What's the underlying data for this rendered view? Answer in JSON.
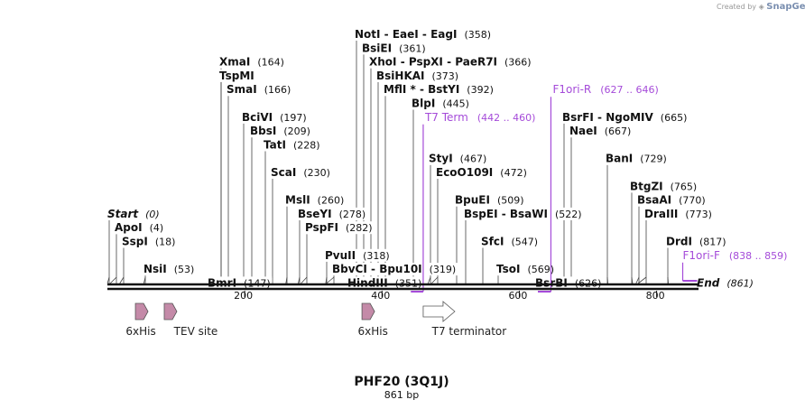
{
  "brand": {
    "prefix": "Created by",
    "name": "SnapGene"
  },
  "title": "PHF20 (3Q1J)",
  "subtitle": "861 bp",
  "colors": {
    "primer": "#a54bd9",
    "feature_fill": "#c48aa8",
    "line": "#111111"
  },
  "sites": [
    {
      "row": 0,
      "parts": [
        [
          "NotI",
          " - "
        ],
        [
          "EaeI",
          " - "
        ],
        [
          "EagI",
          ""
        ]
      ],
      "pos": "(358)",
      "bp": 358
    },
    {
      "row": 1,
      "parts": [
        [
          "BsiEI",
          ""
        ]
      ],
      "pos": "(361)",
      "bp": 361
    },
    {
      "row": 2,
      "parts": [
        [
          "XhoI",
          " - "
        ],
        [
          "PspXI",
          " - "
        ],
        [
          "PaeR7I",
          ""
        ]
      ],
      "pos": "(366)",
      "bp": 366
    },
    {
      "row": 3,
      "parts": [
        [
          "BsiHKAI",
          ""
        ]
      ],
      "pos": "(373)",
      "bp": 373
    },
    {
      "row": 4,
      "parts": [
        [
          "MflI",
          " * - "
        ],
        [
          "BstYI",
          ""
        ]
      ],
      "pos": "(392)",
      "bp": 392
    },
    {
      "row": 2,
      "parts": [
        [
          "XmaI",
          ""
        ]
      ],
      "pos": "(164)",
      "bp": 164
    },
    {
      "row": 3,
      "parts": [
        [
          "TspMI",
          ""
        ]
      ],
      "pos": "",
      "bp": 164
    },
    {
      "row": 4,
      "parts": [
        [
          "SmaI",
          ""
        ]
      ],
      "pos": "(166)",
      "bp": 166
    },
    {
      "row": 5,
      "parts": [
        [
          "BlpI",
          ""
        ]
      ],
      "pos": "(445)",
      "bp": 445
    },
    {
      "row": 6,
      "parts": [
        [
          "BciVI",
          ""
        ]
      ],
      "pos": "(197)",
      "bp": 197
    },
    {
      "row": 6,
      "parts": [
        [
          "BsrFI",
          " - "
        ],
        [
          "NgoMIV",
          ""
        ]
      ],
      "pos": "(665)",
      "bp": 665
    },
    {
      "row": 7,
      "parts": [
        [
          "BbsI",
          ""
        ]
      ],
      "pos": "(209)",
      "bp": 209
    },
    {
      "row": 7,
      "parts": [
        [
          "NaeI",
          ""
        ]
      ],
      "pos": "(667)",
      "bp": 667
    },
    {
      "row": 8,
      "parts": [
        [
          "TatI",
          ""
        ]
      ],
      "pos": "(228)",
      "bp": 228
    },
    {
      "row": 9,
      "parts": [
        [
          "StyI",
          ""
        ]
      ],
      "pos": "(467)",
      "bp": 467
    },
    {
      "row": 9,
      "parts": [
        [
          "BanI",
          ""
        ]
      ],
      "pos": "(729)",
      "bp": 729
    },
    {
      "row": 10,
      "parts": [
        [
          "ScaI",
          ""
        ]
      ],
      "pos": "(230)",
      "bp": 230
    },
    {
      "row": 10,
      "parts": [
        [
          "EcoO109I",
          ""
        ]
      ],
      "pos": "(472)",
      "bp": 472
    },
    {
      "row": 11,
      "parts": [
        [
          "BtgZI",
          ""
        ]
      ],
      "pos": "(765)",
      "bp": 765
    },
    {
      "row": 12,
      "parts": [
        [
          "MslI",
          ""
        ]
      ],
      "pos": "(260)",
      "bp": 260
    },
    {
      "row": 12,
      "parts": [
        [
          "BpuEI",
          ""
        ]
      ],
      "pos": "(509)",
      "bp": 509
    },
    {
      "row": 12,
      "parts": [
        [
          "BsaAI",
          ""
        ]
      ],
      "pos": "(770)",
      "bp": 770
    },
    {
      "row": 13,
      "parts": [
        [
          "Start",
          ""
        ]
      ],
      "pos": "(0)",
      "bp": 0,
      "italic": true
    },
    {
      "row": 13,
      "parts": [
        [
          "BseYI",
          ""
        ]
      ],
      "pos": "(278)",
      "bp": 278
    },
    {
      "row": 13,
      "parts": [
        [
          "BspEI",
          " - "
        ],
        [
          "BsaWI",
          ""
        ]
      ],
      "pos": "(522)",
      "bp": 522
    },
    {
      "row": 13,
      "parts": [
        [
          "DraIII",
          ""
        ]
      ],
      "pos": "(773)",
      "bp": 773
    },
    {
      "row": 14,
      "parts": [
        [
          "ApoI",
          ""
        ]
      ],
      "pos": "(4)",
      "bp": 4
    },
    {
      "row": 14,
      "parts": [
        [
          "PspFI",
          ""
        ]
      ],
      "pos": "(282)",
      "bp": 282
    },
    {
      "row": 15,
      "parts": [
        [
          "SspI",
          ""
        ]
      ],
      "pos": "(18)",
      "bp": 18
    },
    {
      "row": 15,
      "parts": [
        [
          "SfcI",
          ""
        ]
      ],
      "pos": "(547)",
      "bp": 547
    },
    {
      "row": 15,
      "parts": [
        [
          "DrdI",
          ""
        ]
      ],
      "pos": "(817)",
      "bp": 817
    },
    {
      "row": 16,
      "parts": [
        [
          "PvuII",
          ""
        ]
      ],
      "pos": "(318)",
      "bp": 318
    },
    {
      "row": 17,
      "parts": [
        [
          "NsiI",
          ""
        ]
      ],
      "pos": "(53)",
      "bp": 53
    },
    {
      "row": 17,
      "parts": [
        [
          "BbvCI",
          " - "
        ],
        [
          "Bpu10I",
          ""
        ]
      ],
      "pos": "(319)",
      "bp": 319
    },
    {
      "row": 17,
      "parts": [
        [
          "TsoI",
          ""
        ]
      ],
      "pos": "(569)",
      "bp": 569
    },
    {
      "row": 18,
      "parts": [
        [
          "BmrI",
          ""
        ]
      ],
      "pos": "(147)",
      "bp": 147
    },
    {
      "row": 18,
      "parts": [
        [
          "HindIII",
          ""
        ]
      ],
      "pos": "(351)",
      "bp": 351
    },
    {
      "row": 18,
      "parts": [
        [
          "BsrBI",
          ""
        ]
      ],
      "pos": "(626)",
      "bp": 626
    },
    {
      "row": 18,
      "parts": [
        [
          "End",
          ""
        ]
      ],
      "pos": "(861)",
      "bp": 861,
      "italic": true
    }
  ],
  "primers": [
    {
      "row": 4,
      "name": "F1ori-R",
      "pos": "(627 .. 646)",
      "start": 627,
      "end": 646,
      "direction": "reverse"
    },
    {
      "row": 6,
      "name": "T7 Term",
      "pos": "(442 .. 460)",
      "start": 442,
      "end": 460,
      "direction": "reverse"
    },
    {
      "row": 16,
      "name": "F1ori-F",
      "pos": "(838 .. 859)",
      "start": 838,
      "end": 859,
      "direction": "forward"
    }
  ],
  "ruler": {
    "length": 861,
    "ticks": [
      200,
      400,
      600,
      800
    ]
  },
  "features": [
    {
      "label": "6xHis",
      "bp": 50,
      "type": "small-arrow",
      "label_bp": 40
    },
    {
      "label": "TEV site",
      "bp": 92,
      "type": "small-arrow",
      "label_bp": 110
    },
    {
      "label": "6xHis",
      "bp": 380,
      "type": "small-arrow",
      "label_bp": 378
    },
    {
      "label": "T7 terminator",
      "bp": 460,
      "type": "open-arrow",
      "label_bp": 478
    }
  ]
}
